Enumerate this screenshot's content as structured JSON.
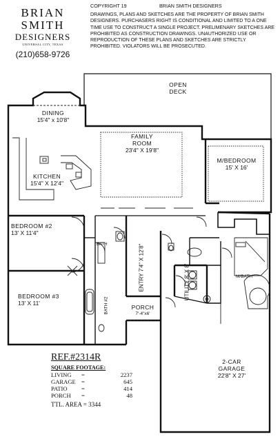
{
  "header": {
    "company_line1": "BRIAN SMITH",
    "company_line2": "DESIGNERS",
    "company_line3": "UNIVERSAL CITY, TEXAS",
    "phone": "(210)658-9726",
    "copyright_label": "COPYRIGHT 19",
    "copyright_owner": "BRIAN SMITH DESIGNERS",
    "notice": "DRAWINGS, PLANS AND SKETCHES ARE THE PROPERTY OF BRIAN SMITH DESIGNERS. PURCHASERS RIGHT IS CONDITIONAL AND LIMITED TO A ONE TIME USE TO CONSTRUCT A SINGLE PROJECT. PRELIMENARY SKETCHES ARE PROHIBITED AS CONSTRUCTION DRAWINGS. UNAUTHORIZED USE OR REPRODUCTION OF THESE PLANS AND SKETCHES ARE STRICTLY PROHIBITED. VIOLATORS WILL BE PROSECUTED."
  },
  "rooms": {
    "deck_name_1": "OPEN",
    "deck_name_2": "DECK",
    "dining_name": "DINING",
    "dining_dim": "15'4\" x 10'8\"",
    "family_name_1": "FAMILY",
    "family_name_2": "ROOM",
    "family_dim": "23'4\" X 19'8\"",
    "kitchen_name": "KITCHEN",
    "kitchen_dim": "15'4\" X 12'4\"",
    "master_name": "M/BEDROOM",
    "master_dim": "15' X 16'",
    "bed2_name": "BEDROOM #2",
    "bed2_dim": "13' X 11'4\"",
    "bed3_name": "BEDROOM #3",
    "bed3_dim": "13' X 11'",
    "bath_label": "BATH",
    "bath2_label": "BATH #2",
    "entry_label": "ENTRY  7'4\" X 12'8\"",
    "utility_label": "UTILITY  8' X 8'",
    "porch_name": "PORCH",
    "porch_dim": "7'-4\"x6'",
    "mbath_label": "M/BATH",
    "garage_name_1": "2-CAR",
    "garage_name_2": "GARAGE",
    "garage_dim": "22'8\" X 27'"
  },
  "summary": {
    "ref": "REF.#2314R",
    "sqft_title": "SQUARE FOOTAGE:",
    "rows": [
      {
        "label": "LIVING",
        "value": "2237"
      },
      {
        "label": "GARAGE",
        "value": "645"
      },
      {
        "label": "PATIO",
        "value": "414"
      },
      {
        "label": "PORCH",
        "value": "48"
      }
    ],
    "equals": "=",
    "total": "TTL. AREA = 3344"
  }
}
